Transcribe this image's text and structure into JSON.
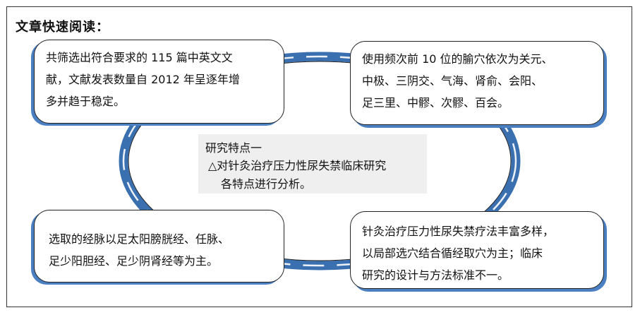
{
  "title": "文章快速阅读：",
  "center": {
    "heading": "研究特点一",
    "line1": "△对针灸治疗压力性尿失禁临床研究",
    "line2": "各特点进行分析。"
  },
  "boxes": {
    "top_left": [
      "共筛选出符合要求的 115 篇中英文文",
      "献，文献发表数量自 2012 年呈逐年增",
      "多并趋于稳定。"
    ],
    "top_right": [
      "使用频次前 10 位的腧穴依次为关元、",
      "中极、三阴交、气海、肾俞、会阳、",
      "足三里、中髎、次髎、百会。"
    ],
    "bottom_left": [
      "选取的经脉以足太阳膀胱经、任脉、",
      "足少阳胆经、足少阴肾经等为主。"
    ],
    "bottom_right": [
      "针灸治疗压力性尿失禁疗法丰富多样，",
      "以局部选穴结合循经取穴为主；临床",
      "研究的设计与方法标准不一。"
    ]
  },
  "colors": {
    "ring": "#4a7fc1",
    "ring_highlight": "#ffffff",
    "box_shadow": "#4a7fc1",
    "center_bg": "#efefef"
  }
}
